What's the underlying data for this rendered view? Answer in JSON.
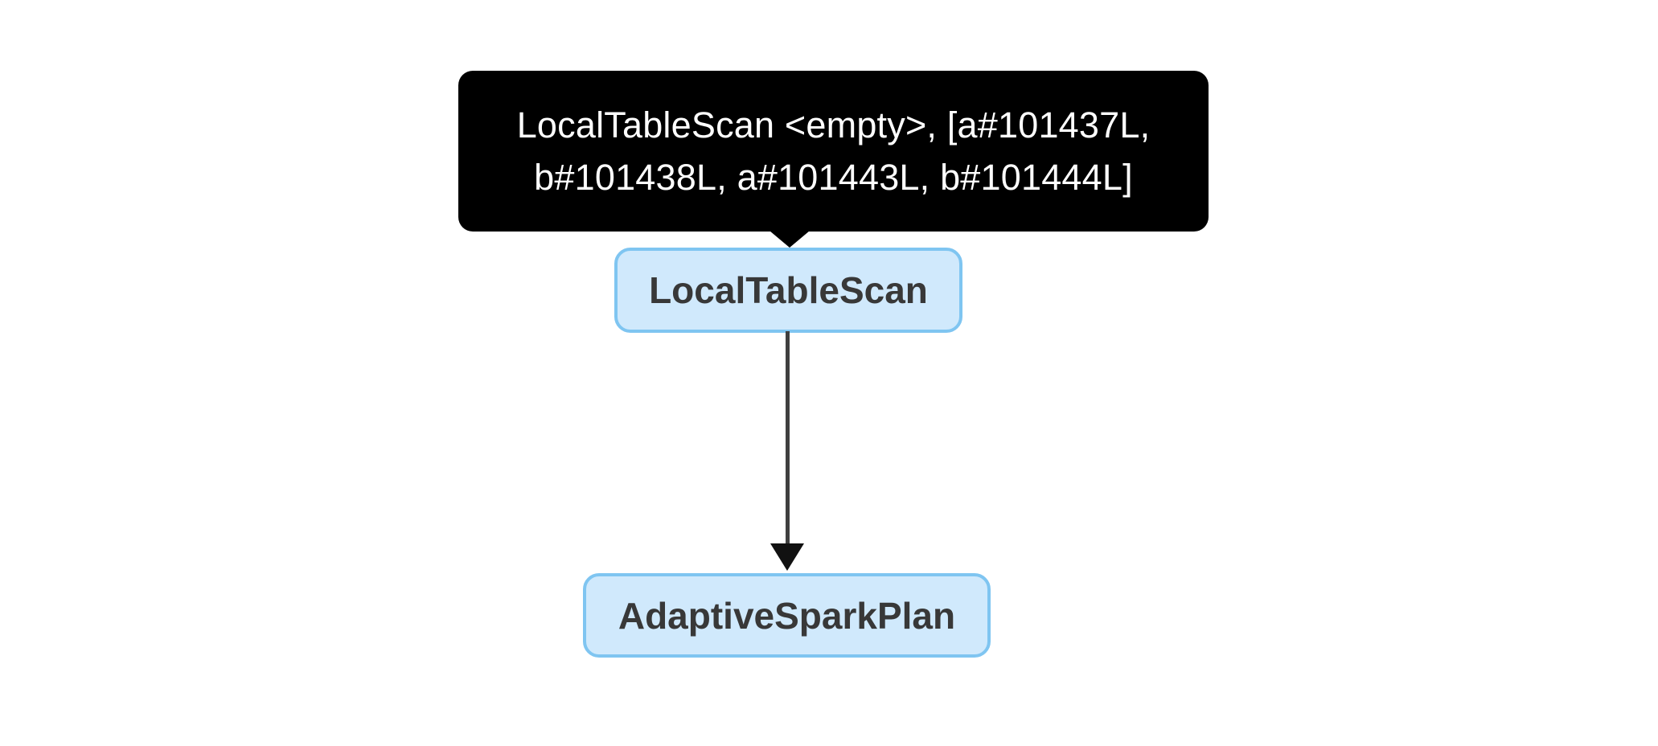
{
  "diagram": {
    "background": "#ffffff",
    "tooltip": {
      "text": "LocalTableScan <empty>, [a#101437L, b#101438L, a#101443L, b#101444L]",
      "lines": [
        "LocalTableScan <empty>, [a#101437L,",
        "b#101438L, a#101443L, b#101444L]"
      ],
      "background": "#000000",
      "text_color": "#ffffff"
    },
    "nodes": [
      {
        "label": "LocalTableScan"
      },
      {
        "label": "AdaptiveSparkPlan"
      }
    ],
    "edges": [
      {
        "from": "LocalTableScan",
        "to": "AdaptiveSparkPlan"
      }
    ],
    "colors": {
      "node_fill": "#d0e9fc",
      "node_border": "#7fc5f1",
      "node_text": "#383838",
      "edge_stem": "#3f3f3f",
      "edge_arrowhead": "#111111"
    }
  }
}
